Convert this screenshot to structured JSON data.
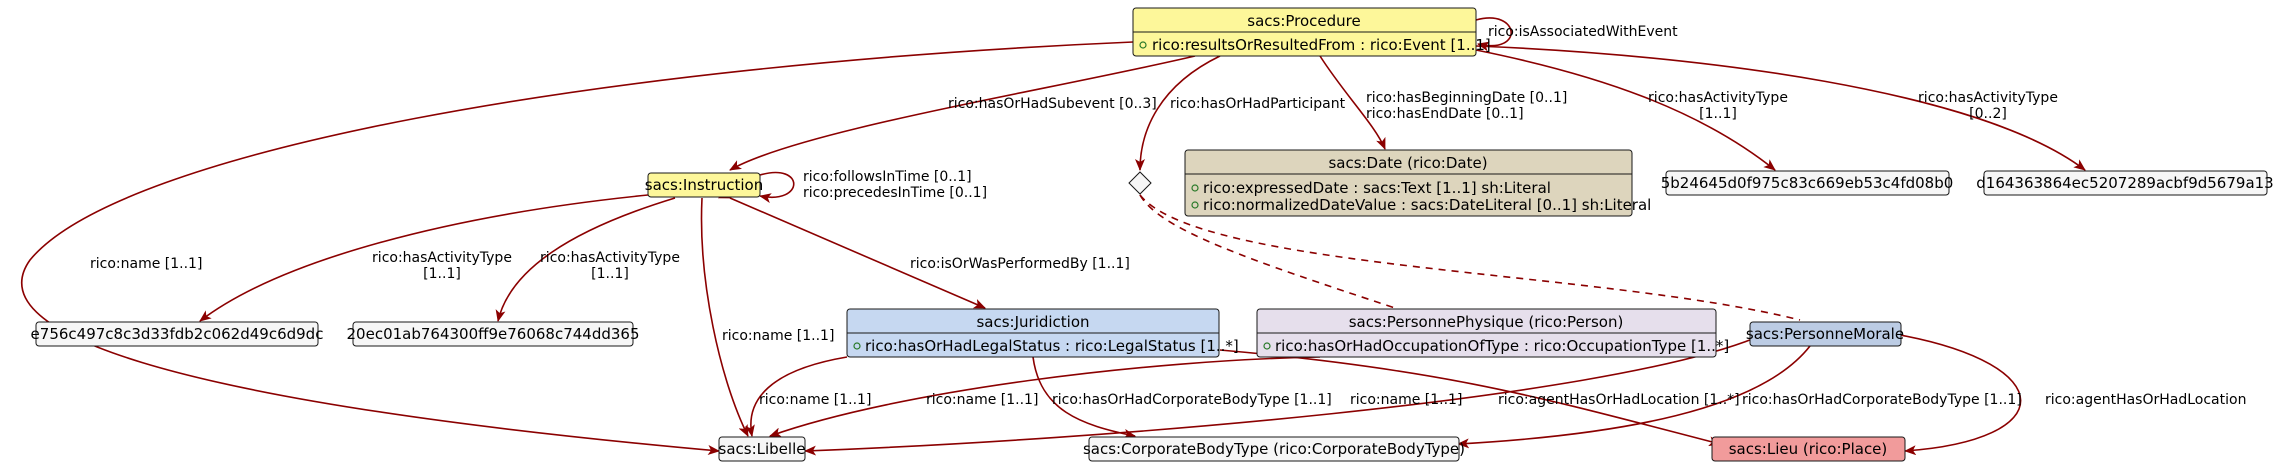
{
  "colors": {
    "edge": "#8b0000",
    "procedure_fill": "#fdf79a",
    "instruction_fill": "#fdf79a",
    "date_fill": "#ddd5bd",
    "juridiction_fill": "#c6d8f1",
    "personne_physique_fill": "#e6dfec",
    "personne_morale_fill": "#bccce4",
    "lieu_fill": "#f19b9b",
    "plain_fill": "#f6f6f6",
    "border": "#181818"
  },
  "nodes": {
    "procedure": {
      "title": "sacs:Procedure",
      "attributes": [
        "rico:resultsOrResultedFrom : rico:Event [1..1]"
      ]
    },
    "instruction": {
      "title": "sacs:Instruction"
    },
    "date": {
      "title": "sacs:Date (rico:Date)",
      "attributes": [
        "rico:expressedDate : sacs:Text [1..1] sh:Literal",
        "rico:normalizedDateValue : sacs:DateLiteral [0..1] sh:Literal"
      ]
    },
    "activity_type_1": {
      "title": "5b24645d0f975c83c669eb53c4fd08b0"
    },
    "activity_type_2": {
      "title": "d164363864ec5207289acbf9d5679a13"
    },
    "activity_type_3": {
      "title": "e756c497c8c3d33fdb2c062d49c6d9dc"
    },
    "activity_type_4": {
      "title": "20ec01ab764300ff9e76068c744dd365"
    },
    "juridiction": {
      "title": "sacs:Juridiction",
      "attributes": [
        "rico:hasOrHadLegalStatus : rico:LegalStatus [1..*]"
      ]
    },
    "personne_physique": {
      "title": "sacs:PersonnePhysique (rico:Person)",
      "attributes": [
        "rico:hasOrHadOccupationOfType : rico:OccupationType [1..*]"
      ]
    },
    "personne_morale": {
      "title": "sacs:PersonneMorale"
    },
    "libelle": {
      "title": "sacs:Libelle"
    },
    "corporate_body_type": {
      "title": "sacs:CorporateBodyType (rico:CorporateBodyType)"
    },
    "lieu": {
      "title": "sacs:Lieu (rico:Place)"
    }
  },
  "edges": {
    "associated_with_event": "rico:isAssociatedWithEvent",
    "has_subevent": "rico:hasOrHadSubevent [0..3]",
    "has_participant": "rico:hasOrHadParticipant",
    "beginning_end_date": [
      "rico:hasBeginningDate [0..1]",
      "rico:hasEndDate [0..1]"
    ],
    "procedure_activity_type_1": [
      "rico:hasActivityType",
      "[1..1]"
    ],
    "procedure_activity_type_2": [
      "rico:hasActivityType",
      "[0..2]"
    ],
    "follows_precedes": [
      "rico:followsInTime [0..1]",
      "rico:precedesInTime [0..1]"
    ],
    "procedure_name": "rico:name [1..1]",
    "instruction_activity_type_1": [
      "rico:hasActivityType",
      "[1..1]"
    ],
    "instruction_activity_type_2": [
      "rico:hasActivityType",
      "[1..1]"
    ],
    "performed_by": "rico:isOrWasPerformedBy [1..1]",
    "instruction_name": "rico:name [1..1]",
    "juridiction_name": "rico:name [1..1]",
    "juridiction_corporate_type": "rico:hasOrHadCorporateBodyType [1..1]",
    "juridiction_location": "rico:agentHasOrHadLocation [1..*]",
    "physique_name": "rico:name [1..1]",
    "morale_name": "rico:name [1..1]",
    "morale_corporate_type": "rico:hasOrHadCorporateBodyType [1..1]",
    "morale_location": "rico:agentHasOrHadLocation"
  }
}
